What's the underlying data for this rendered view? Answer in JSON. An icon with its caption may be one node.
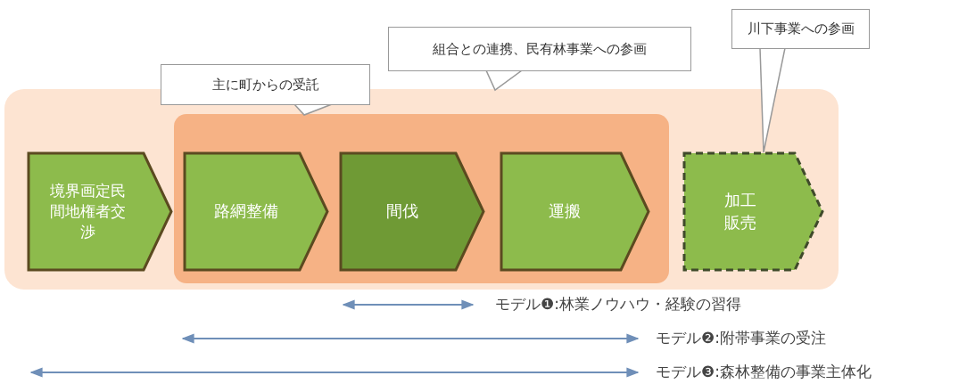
{
  "diagram": {
    "nodes": [
      {
        "text": [
          "主に町からの受託"
        ]
      },
      {
        "text": [
          "組合との連携、民有林事業への参画"
        ]
      },
      {
        "text": [
          "川下事業への参画"
        ]
      },
      {
        "text": [],
        "shape": "box"
      },
      {
        "text": [],
        "shape": "box",
        "in": 3
      },
      {
        "text": [
          "境界画定民間地権者交渉"
        ],
        "in": 3
      },
      {
        "text": [
          "路網整備"
        ],
        "in": 4
      },
      {
        "text": [
          "間伐"
        ],
        "in": 4
      },
      {
        "text": [
          "運搬"
        ],
        "in": 4
      },
      {
        "text": [
          "加工販売"
        ],
        "in": 3
      }
    ],
    "edges": [
      {
        "from": 0,
        "to": 4,
        "arrow": "none"
      },
      {
        "from": 1,
        "to": 3,
        "arrow": "none"
      },
      {
        "from": 2,
        "to": 9,
        "arrow": "none"
      }
    ],
    "labels": [
      "モデル❶:林業ノウハウ・経験の習得",
      "モデル❷:附帯事業の受注",
      "モデル❸:森林整備の事業主体化"
    ]
  }
}
